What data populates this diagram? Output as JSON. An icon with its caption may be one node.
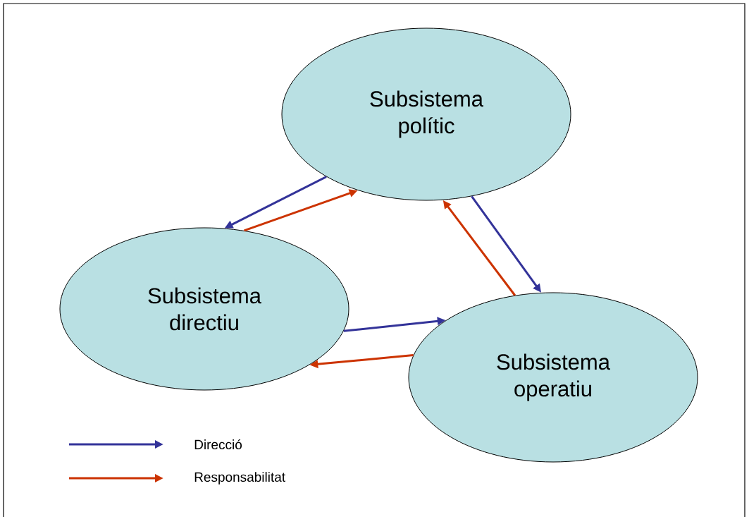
{
  "diagram": {
    "nodes": [
      {
        "text": [
          "Subsistema polític"
        ]
      },
      {
        "text": [
          "Subsistema directiu"
        ]
      },
      {
        "text": [
          "Subsistema operatiu"
        ]
      }
    ],
    "edges": [
      {
        "from": 0,
        "to": 1,
        "arrow": "to",
        "color": "#333399"
      },
      {
        "from": 1,
        "to": 0,
        "arrow": "to",
        "color": "#cc3300"
      },
      {
        "from": 0,
        "to": 2,
        "arrow": "to",
        "color": "#333399"
      },
      {
        "from": 2,
        "to": 0,
        "arrow": "to",
        "color": "#cc3300"
      },
      {
        "from": 1,
        "to": 2,
        "arrow": "to",
        "color": "#333399"
      },
      {
        "from": 2,
        "to": 1,
        "arrow": "to",
        "color": "#cc3300"
      }
    ],
    "legend": [
      {
        "text": "Direcció"
      },
      {
        "text": "Responsabilitat"
      }
    ]
  }
}
